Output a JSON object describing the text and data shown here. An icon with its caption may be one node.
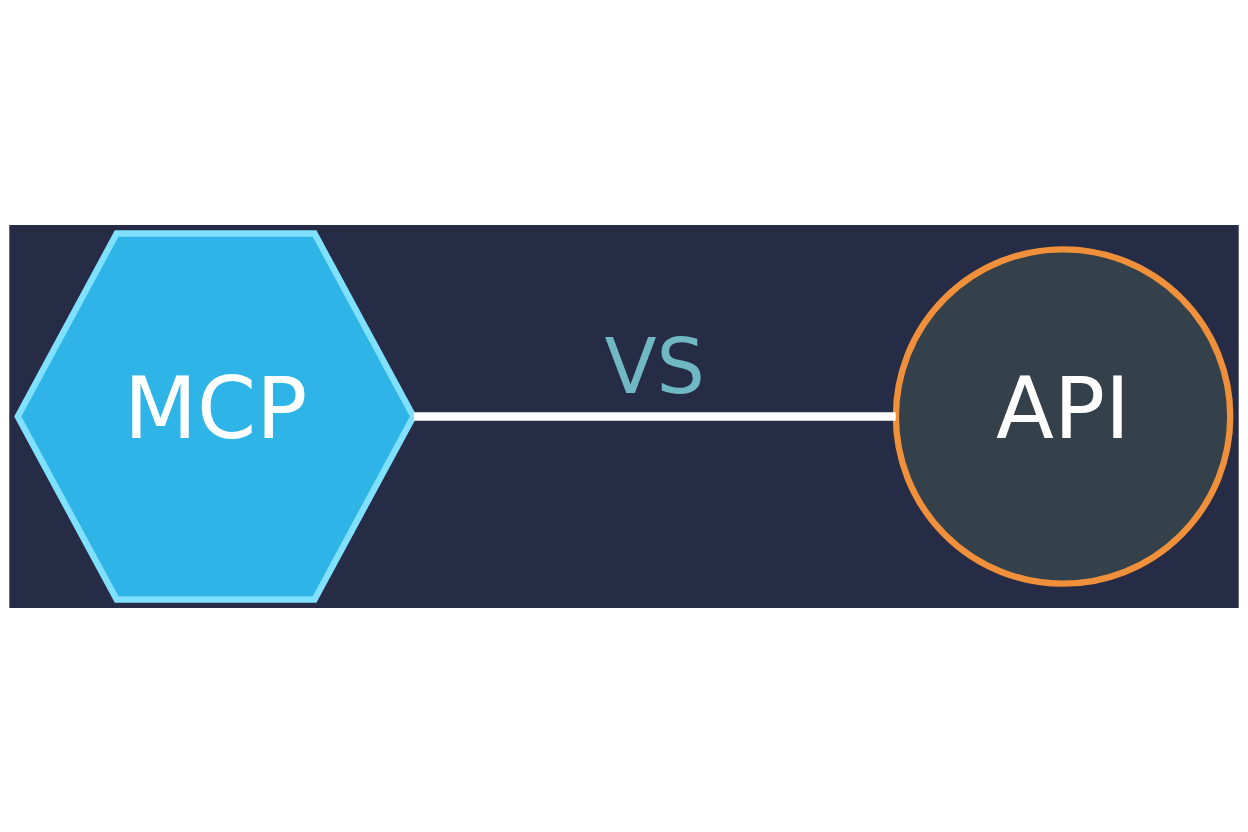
{
  "diagram": {
    "nodes": [
      {
        "text": [
          "MCP"
        ]
      },
      {
        "text": [
          "API"
        ]
      }
    ],
    "edges": [
      {
        "from": 0,
        "to": 1,
        "arrow": "none",
        "label": "VS"
      }
    ]
  }
}
